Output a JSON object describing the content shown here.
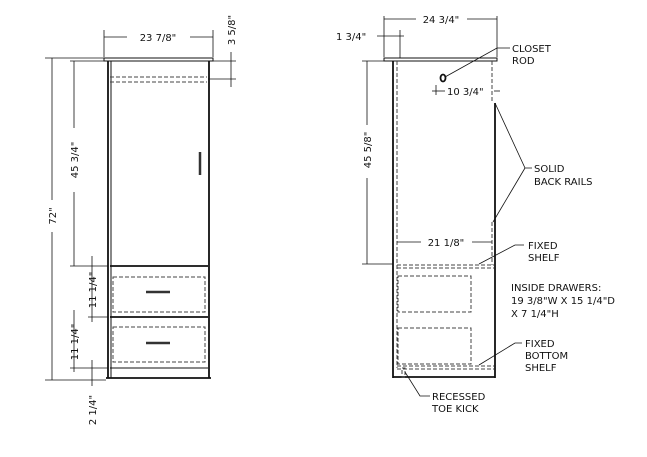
{
  "front_view": {
    "dims": {
      "width": "23 7/8\"",
      "top_rail": "3 5/8\"",
      "height_total": "72\"",
      "upper_height": "45 3/4\"",
      "drawer_top": "11 1/4\"",
      "drawer_bottom": "11 1/4\"",
      "base": "2 1/4\""
    }
  },
  "side_view": {
    "dims": {
      "depth": "24 3/4\"",
      "overhang": "1 3/4\"",
      "rod_offset": "10 3/4\"",
      "upper_height": "45 5/8\"",
      "inner_depth": "21 1/8\""
    },
    "labels": {
      "closet_rod": [
        "CLOSET",
        "ROD"
      ],
      "back_rails": [
        "SOLID",
        "BACK  RAILS"
      ],
      "fixed_shelf": [
        "FIXED",
        "SHELF"
      ],
      "inside_drawers": [
        "INSIDE  DRAWERS:",
        "19  3/8\"W  X  15  1/4\"D",
        "X  7  1/4\"H"
      ],
      "fixed_bottom_shelf": [
        "FIXED",
        "BOTTOM",
        "SHELF"
      ],
      "toe_kick": [
        "RECESSED",
        "TOE  KICK"
      ]
    }
  }
}
